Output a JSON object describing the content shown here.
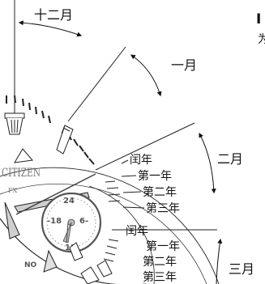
{
  "diagram": {
    "month_labels": {
      "december": "十二月",
      "january": "一月",
      "february": "二月",
      "march": "三月"
    },
    "year_labels": {
      "group_1": [
        "闰年",
        "第一年",
        "第二年",
        "第三年"
      ],
      "group_2": [
        "闰年",
        "第一年",
        "第二年",
        "第三年"
      ]
    },
    "watch": {
      "brand": "CITIZEN",
      "calibre": "FX",
      "hand_label": "NO",
      "subdial_numbers": [
        "24",
        "-18",
        "6-",
        "12"
      ]
    },
    "edge_text": {
      "top_right_letter": "I",
      "right_partial": "为"
    }
  }
}
